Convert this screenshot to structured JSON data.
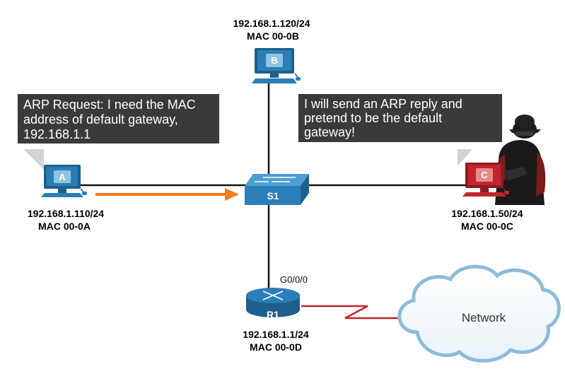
{
  "hosts": {
    "a": {
      "letter": "A",
      "ip": "192.168.1.110/24",
      "mac": "MAC 00-0A"
    },
    "b": {
      "letter": "B",
      "ip": "192.168.1.120/24",
      "mac": "MAC 00-0B"
    },
    "c": {
      "letter": "C",
      "ip": "192.168.1.50/24",
      "mac": "MAC 00-0C"
    }
  },
  "switch": {
    "label": "S1"
  },
  "router": {
    "label": "R1",
    "ip": "192.168.1.1/24",
    "mac": "MAC 00-0D",
    "interface": "G0/0/0"
  },
  "cloud": {
    "label": "Network"
  },
  "bubbles": {
    "request": {
      "lines": [
        "ARP Request: I need the MAC",
        "address of default gateway,",
        "192.168.1.1"
      ]
    },
    "reply": {
      "lines": [
        "I will send an ARP reply and",
        "pretend to be the default",
        "gateway!"
      ]
    }
  },
  "colors": {
    "pc_blue": "#2a7fb8",
    "pc_red": "#c0272d",
    "arrow_orange": "#f47b20",
    "wan_red": "#c0272d",
    "bubble_bg": "#3a3a3a",
    "cloud_stroke": "#8cbcd9"
  }
}
